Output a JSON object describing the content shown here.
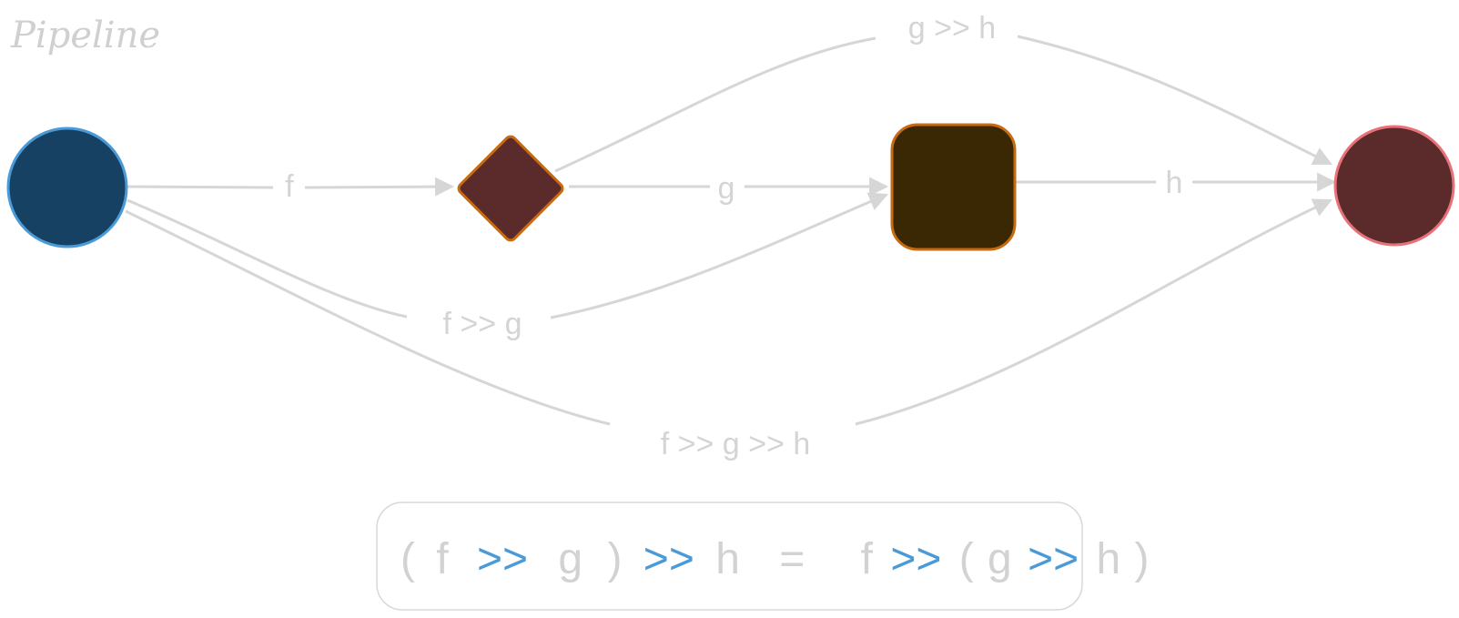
{
  "title": "Pipeline",
  "nodes": {
    "source": {
      "color": "#164162",
      "stroke": "#4a9ad8"
    },
    "f_out": {
      "color": "#5b2b2b",
      "stroke": "#c76a10"
    },
    "g_out": {
      "color": "#3a2704",
      "stroke": "#c76a10"
    },
    "sink": {
      "color": "#5b2b2b",
      "stroke": "#e8727a"
    }
  },
  "edges": {
    "f": "f",
    "g": "g",
    "h": "h",
    "fg": "f >> g",
    "gh": "g >> h",
    "fgh": "f >> g >> h"
  },
  "formula": {
    "open1": "(",
    "f1": "f",
    "op1": ">>",
    "g1": "g",
    "close1": ")",
    "op2": ">>",
    "h1": "h",
    "equals": "=",
    "f2": "f",
    "op3": ">>",
    "open2": "(",
    "g2": "g",
    "op4": ">>",
    "h2": "h",
    "close2": ")"
  },
  "colors": {
    "edge": "#d6d6d6",
    "operator": "#4a9ad8",
    "text": "#d2d2d2"
  }
}
